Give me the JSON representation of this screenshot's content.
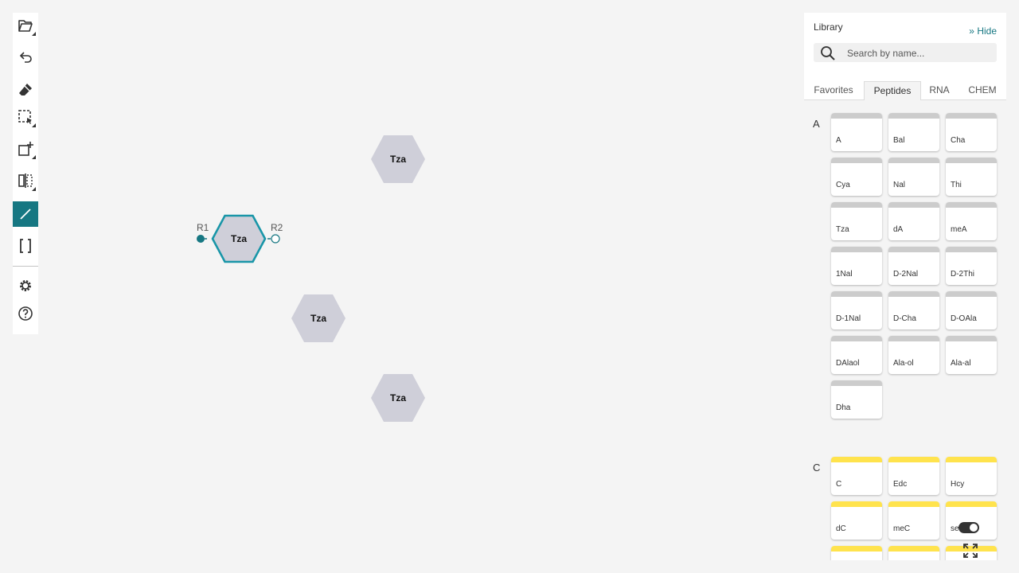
{
  "toolbar": {
    "items": [
      {
        "icon": "open-file-icon"
      },
      {
        "icon": "undo-icon"
      },
      {
        "icon": "eraser-icon"
      },
      {
        "icon": "select-rectangle-icon"
      },
      {
        "icon": "add-monomer-icon"
      },
      {
        "icon": "flip-icon"
      },
      {
        "icon": "single-bond-icon",
        "active": true
      },
      {
        "icon": "brackets-icon"
      },
      {
        "icon": "settings-icon"
      },
      {
        "icon": "help-icon"
      }
    ],
    "accent": "#167782"
  },
  "canvas": {
    "monomers": [
      {
        "label": "Tza",
        "selected": false
      },
      {
        "label": "Tza",
        "selected": true,
        "attachment_points": [
          "R1",
          "R2"
        ]
      },
      {
        "label": "Tza",
        "selected": false
      },
      {
        "label": "Tza",
        "selected": false
      }
    ],
    "attachment": {
      "left": "R1",
      "right": "R2"
    },
    "colors": {
      "hex_fill": "#cfcfd9",
      "selected_border": "#1996a8"
    }
  },
  "library": {
    "title": "Library",
    "hide_label": "Hide",
    "search_placeholder": "Search by name...",
    "tabs": [
      {
        "label": "Favorites",
        "active": false
      },
      {
        "label": "Peptides",
        "active": true
      },
      {
        "label": "RNA",
        "active": false
      },
      {
        "label": "CHEM",
        "active": false
      }
    ],
    "groups": [
      {
        "letter": "A",
        "color": "#cccccc",
        "items": [
          "A",
          "Bal",
          "Cha",
          "Cya",
          "Nal",
          "Thi",
          "Tza",
          "dA",
          "meA",
          "1Nal",
          "D-2Nal",
          "D-2Thi",
          "D-1Nal",
          "D-Cha",
          "D-OAla",
          "DAlaol",
          "Ala-ol",
          "Ala-al",
          "Dha"
        ]
      },
      {
        "letter": "C",
        "color": "#ffe34d",
        "items": [
          "C",
          "Edc",
          "Hcy",
          "dC",
          "meC",
          "se"
        ]
      }
    ]
  }
}
